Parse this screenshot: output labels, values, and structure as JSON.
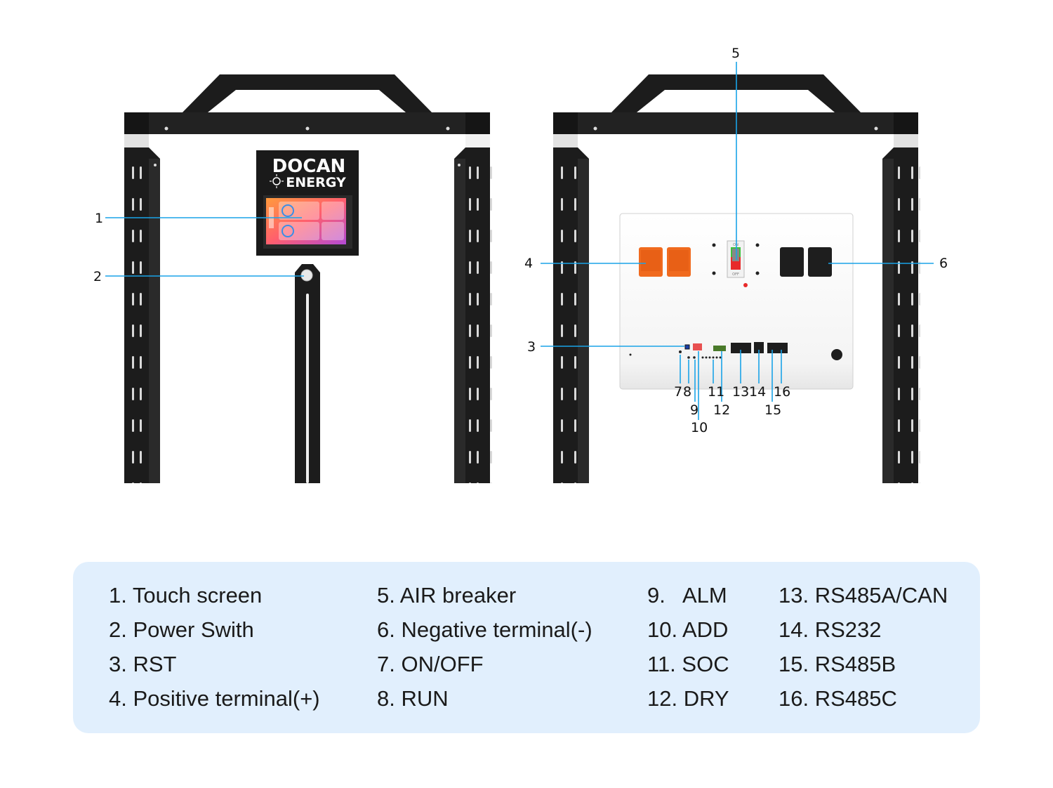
{
  "brand": {
    "line1": "DOCAN",
    "line2": "ENERGY",
    "logo_icon": "sun-at-icon"
  },
  "colors": {
    "leader_line": "#1aa3e8",
    "frame": "#1c1c1c",
    "positive_terminal": "#f06a1e",
    "negative_terminal": "#1e1e1e",
    "legend_background": "#e1effd",
    "breaker_on": "#3cc23c",
    "breaker_off": "#e82a2a"
  },
  "breaker": {
    "on_label": "ON",
    "off_label": "OFF"
  },
  "callouts": {
    "c1": "1",
    "c2": "2",
    "c3": "3",
    "c4": "4",
    "c5": "5",
    "c6": "6",
    "c7": "7",
    "c8": "8",
    "c9": "9",
    "c10": "10",
    "c11": "11",
    "c12": "12",
    "c13": "13",
    "c14": "14",
    "c15": "15",
    "c16": "16"
  },
  "legend": {
    "columns": [
      [
        "1. Touch screen",
        "2. Power Swith",
        "3. RST",
        "4. Positive terminal(+)"
      ],
      [
        "5. AIR breaker",
        "6. Negative terminal(-)",
        "7. ON/OFF",
        "8. RUN"
      ],
      [
        "9.   ALM",
        "10. ADD",
        "11. SOC",
        "12. DRY"
      ],
      [
        "13. RS485A/CAN",
        "14. RS232",
        "15. RS485B",
        "16. RS485C"
      ]
    ]
  }
}
